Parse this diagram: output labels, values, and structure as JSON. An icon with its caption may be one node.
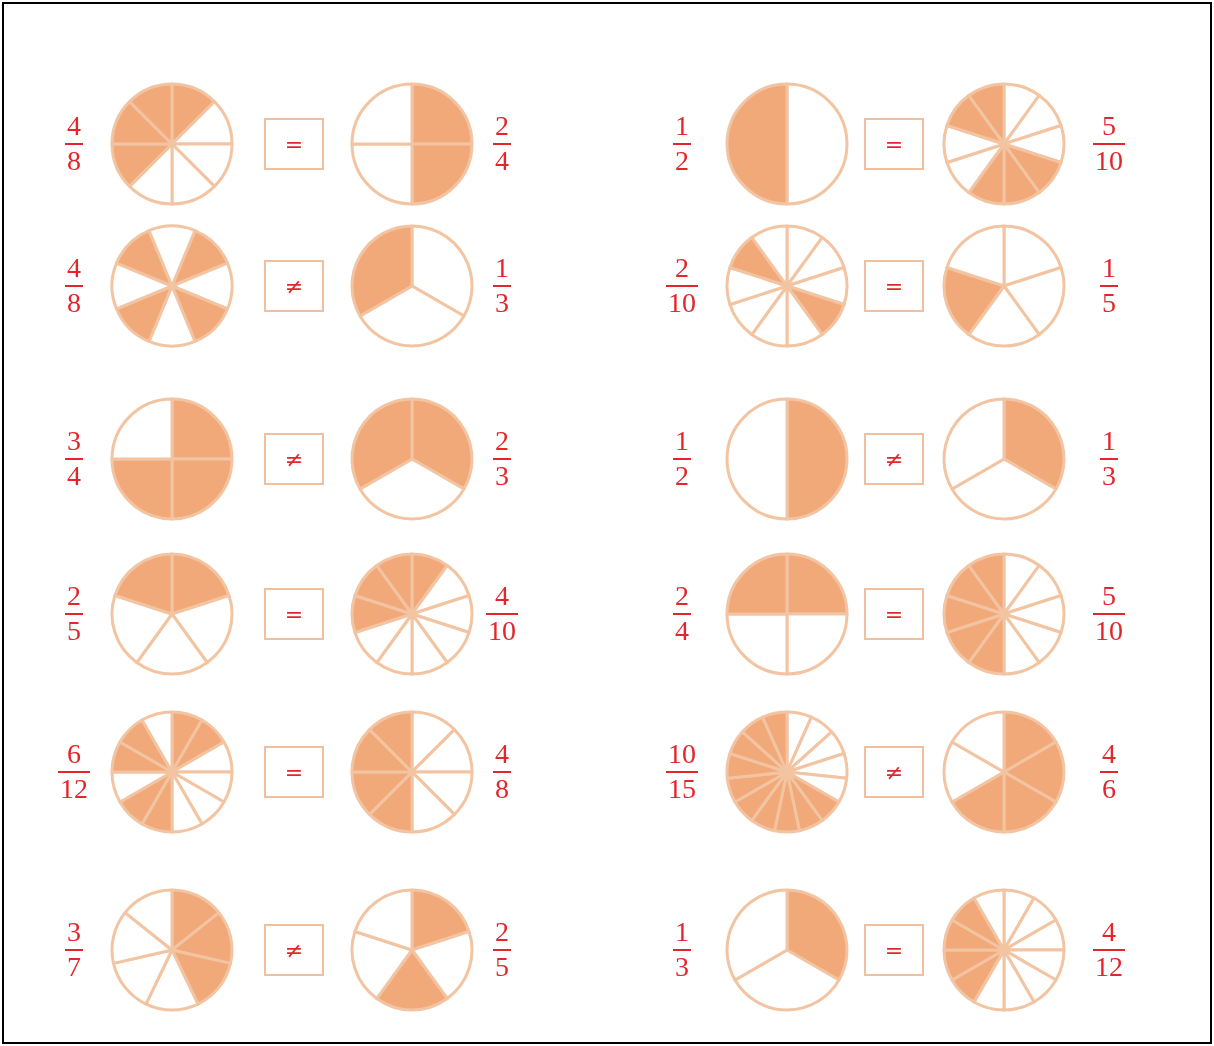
{
  "diagram": {
    "nodes": [
      {
        "text": [
          "="
        ]
      },
      {
        "text": [
          "="
        ]
      },
      {
        "text": [
          "≠"
        ]
      },
      {
        "text": [
          "="
        ]
      },
      {
        "text": [
          "≠"
        ]
      },
      {
        "text": [
          "≠"
        ]
      },
      {
        "text": [
          "="
        ]
      },
      {
        "text": [
          "="
        ]
      },
      {
        "text": [
          "="
        ]
      },
      {
        "text": [
          "≠"
        ]
      },
      {
        "text": [
          "≠"
        ]
      },
      {
        "text": [
          "="
        ]
      }
    ],
    "edges": [],
    "labels": [
      "4",
      "8",
      "2",
      "4",
      "1",
      "2",
      "5",
      "10",
      "4",
      "8",
      "1",
      "3",
      "2",
      "10",
      "1",
      "5",
      "3",
      "4",
      "2",
      "3",
      "1",
      "2",
      "1",
      "3",
      "2",
      "5",
      "4",
      "10",
      "2",
      "4",
      "5",
      "10",
      "6",
      "12",
      "4",
      "8",
      "10",
      "15",
      "4",
      "6",
      "3",
      "7",
      "2",
      "5",
      "1",
      "3",
      "4",
      "12"
    ]
  }
}
